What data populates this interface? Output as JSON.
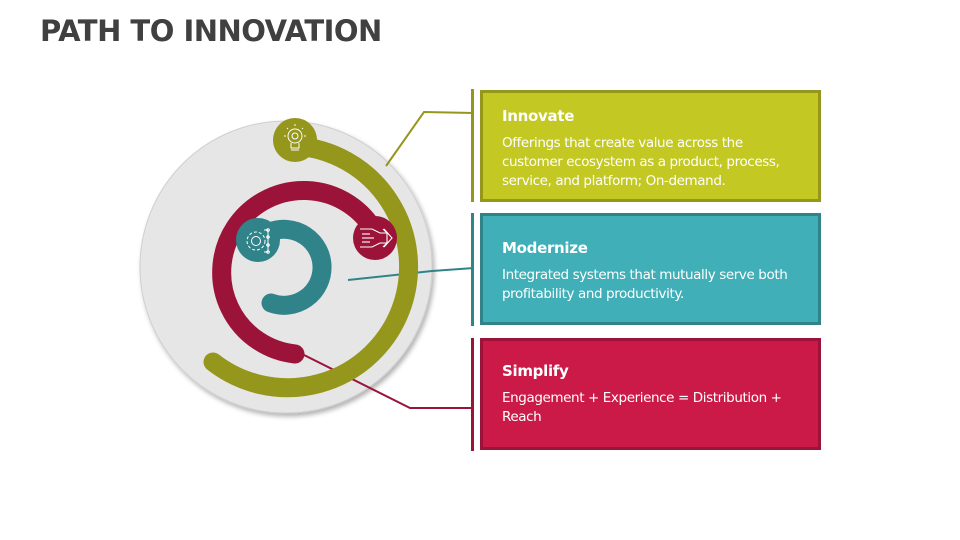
{
  "title": "PATH TO INNOVATION",
  "colors": {
    "olive": "#95961C",
    "olive_light": "#C3C823",
    "crimson": "#9B1339",
    "crimson_light": "#CC1A48",
    "teal": "#31838A",
    "teal_light": "#40AFB8",
    "circle_bg": "#E6E6E6",
    "title": "#404040"
  },
  "diagram": {
    "icons": [
      {
        "name": "lightbulb-gear-icon",
        "stage": "Innovate"
      },
      {
        "name": "funnel-arrow-icon",
        "stage": "Simplify"
      },
      {
        "name": "gear-network-icon",
        "stage": "Modernize"
      }
    ]
  },
  "cards": [
    {
      "heading": "Innovate",
      "text": "Offerings that create value across the customer ecosystem as a product, process, service, and platform; On-demand."
    },
    {
      "heading": "Modernize",
      "text": "Integrated systems that mutually serve both profitability and productivity."
    },
    {
      "heading": "Simplify",
      "text": "Engagement + Experience = Distribution + Reach"
    }
  ]
}
